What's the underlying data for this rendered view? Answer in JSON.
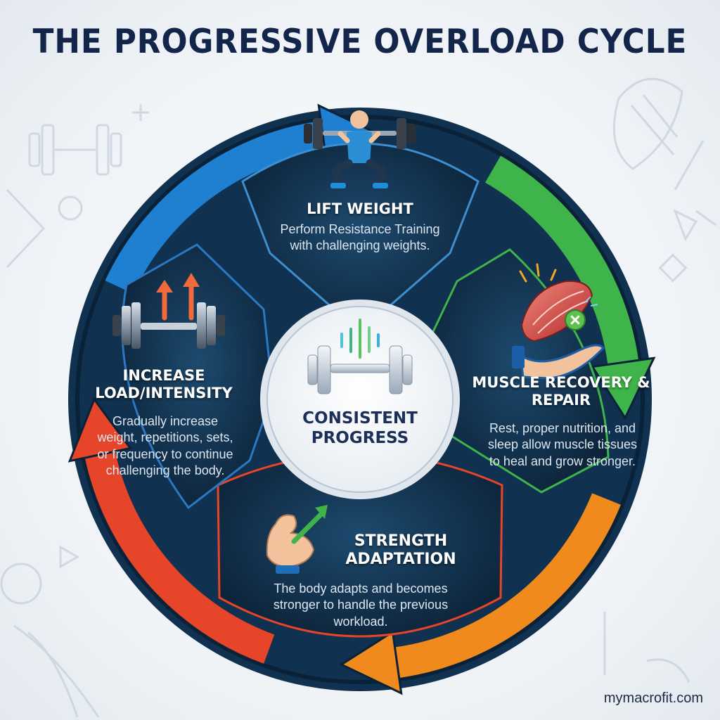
{
  "title": "THE PROGRESSIVE OVERLOAD CYCLE",
  "center": {
    "title": "CONSISTENT PROGRESS",
    "icon": "dumbbell-icon"
  },
  "stages": {
    "lift": {
      "title": "LIFT WEIGHT",
      "description": "Perform Resistance Training with challenging weights.",
      "icon": "squatting-lifter-icon"
    },
    "recovery": {
      "title": "MUSCLE RECOVERY & REPAIR",
      "description": "Rest, proper nutrition, and sleep allow muscle tissues to heal and grow stronger.",
      "icon": "muscle-in-hand-icon"
    },
    "adaptation": {
      "title": "STRENGTH ADAPTATION",
      "description": "The body adapts and becomes stronger to handle the previous workload.",
      "icon": "flexed-arm-icon"
    },
    "increase": {
      "title": "INCREASE LOAD/INTENSITY",
      "description": "Gradually increase weight, repetitions, sets, or frequency to continue challenging the body.",
      "icon": "dumbbell-up-arrows-icon"
    }
  },
  "arrows": [
    {
      "from": "increase",
      "to": "lift",
      "color": "#1f7fd1"
    },
    {
      "from": "lift",
      "to": "recovery",
      "color": "#3fb44a"
    },
    {
      "from": "recovery",
      "to": "adaptation",
      "color": "#f08a1c"
    },
    {
      "from": "adaptation",
      "to": "increase",
      "color": "#e6452a"
    }
  ],
  "footer": "mymacrofit.com"
}
